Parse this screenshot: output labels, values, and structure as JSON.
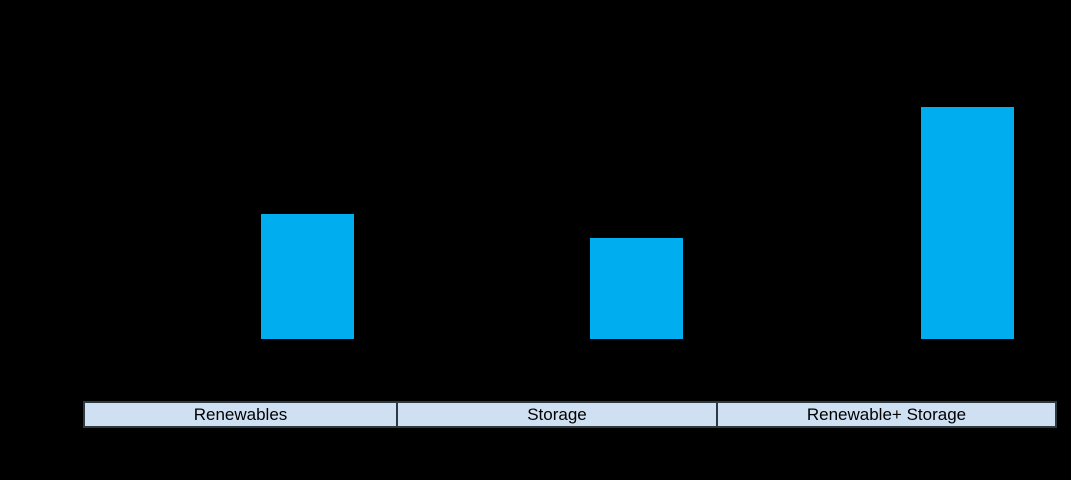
{
  "background_color": "#000000",
  "chart_data": {
    "type": "bar",
    "title": "",
    "xlabel": "",
    "ylabel": "",
    "categories": [
      "Renewables",
      "Storage",
      "Renewable+ Storage"
    ],
    "values": [
      125,
      101,
      232
    ],
    "value_units": "relative (no visible axis, gridlines or data labels; values estimated from bar pixel heights)",
    "bar_color": "#00aeef",
    "legend": "none",
    "grid": "off",
    "axes_visible": false
  },
  "category_band": {
    "fill_color": "#cfe0f2",
    "border_color": "#2d3a42",
    "text_color": "#000000",
    "labels": [
      "Renewables",
      "Storage",
      "Renewable+ Storage"
    ]
  }
}
